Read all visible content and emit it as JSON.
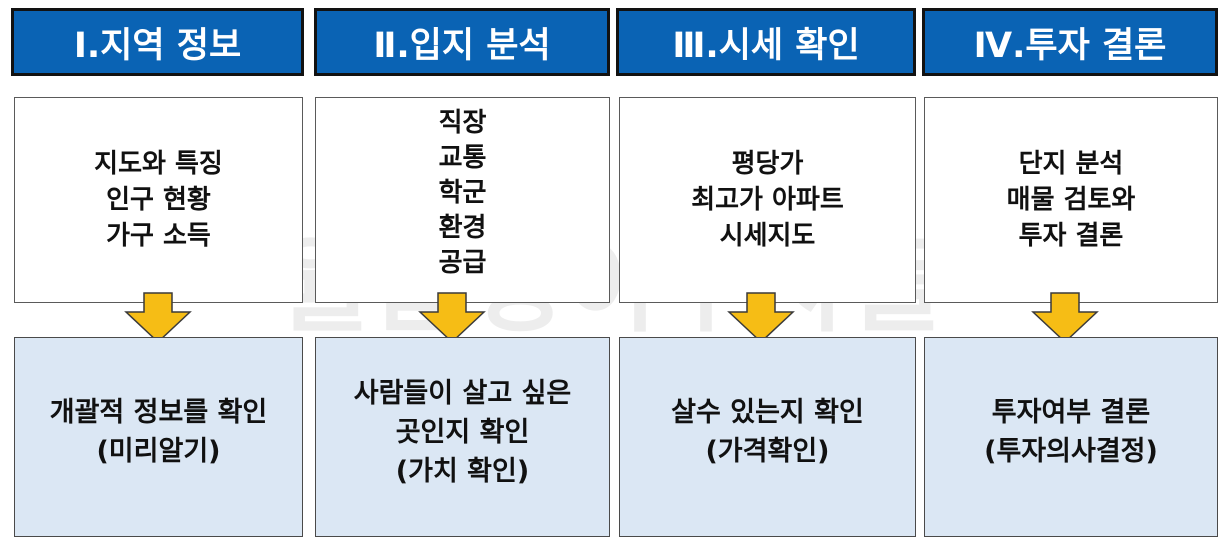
{
  "watermark": "월급쟁이부자들",
  "colors": {
    "header_bg": "#0a63b4",
    "bottom_box_bg": "#dbe7f4",
    "arrow_fill": "#f6bd15"
  },
  "steps": [
    {
      "header": "Ⅰ.지역 정보",
      "details": [
        "지도와 특징",
        "인구 현황",
        "가구 소득"
      ],
      "result": [
        "개괄적 정보를 확인",
        "(미리알기)"
      ]
    },
    {
      "header": "Ⅱ.입지 분석",
      "details": [
        "직장",
        "교통",
        "학군",
        "환경",
        "공급"
      ],
      "result": [
        "사람들이 살고 싶은",
        "곳인지 확인",
        "(가치 확인)"
      ]
    },
    {
      "header": "Ⅲ.시세 확인",
      "details": [
        "평당가",
        "최고가 아파트",
        "시세지도"
      ],
      "result": [
        "살수 있는지 확인",
        "(가격확인)"
      ]
    },
    {
      "header": "Ⅳ.투자 결론",
      "details": [
        "단지 분석",
        "매물 검토와",
        "투자 결론"
      ],
      "result": [
        "투자여부 결론",
        "(투자의사결정)"
      ]
    }
  ]
}
